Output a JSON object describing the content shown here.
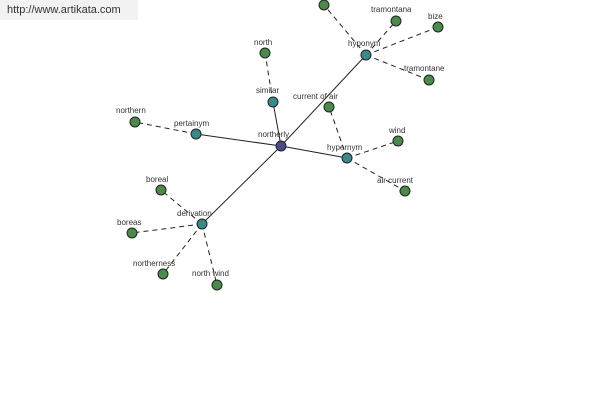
{
  "watermark": "http://www.artikata.com",
  "colors": {
    "center": "#4a4a8a",
    "relation": "#3a8a8a",
    "leaf": "#4a8a4a",
    "edge": "#222222"
  },
  "nodes": [
    {
      "id": "northerly",
      "label": "northerly",
      "kind": "center"
    },
    {
      "id": "hyponym",
      "label": "hyponym",
      "kind": "relation"
    },
    {
      "id": "pertainym",
      "label": "pertainym",
      "kind": "relation"
    },
    {
      "id": "similar",
      "label": "similar",
      "kind": "relation"
    },
    {
      "id": "hypernym",
      "label": "hypernym",
      "kind": "relation"
    },
    {
      "id": "derivation",
      "label": "derivation",
      "kind": "relation"
    },
    {
      "id": "tramontana",
      "label": "tramontana",
      "kind": "leaf"
    },
    {
      "id": "bize",
      "label": "bize",
      "kind": "leaf"
    },
    {
      "id": "tramontane",
      "label": "tramontane",
      "kind": "leaf"
    },
    {
      "id": "hyponym_top",
      "label": "",
      "kind": "leaf"
    },
    {
      "id": "north",
      "label": "north",
      "kind": "leaf"
    },
    {
      "id": "northern",
      "label": "northern",
      "kind": "leaf"
    },
    {
      "id": "current_of_air",
      "label": "current of air",
      "kind": "leaf"
    },
    {
      "id": "wind",
      "label": "wind",
      "kind": "leaf"
    },
    {
      "id": "air_current",
      "label": "air current",
      "kind": "leaf"
    },
    {
      "id": "boreal",
      "label": "boreal",
      "kind": "leaf"
    },
    {
      "id": "boreas",
      "label": "boreas",
      "kind": "leaf"
    },
    {
      "id": "northerness",
      "label": "northerness",
      "kind": "leaf"
    },
    {
      "id": "north_wind",
      "label": "north wind",
      "kind": "leaf"
    }
  ],
  "edges": [
    {
      "from": "northerly",
      "to": "hyponym",
      "style": "solid"
    },
    {
      "from": "northerly",
      "to": "pertainym",
      "style": "solid"
    },
    {
      "from": "northerly",
      "to": "similar",
      "style": "solid"
    },
    {
      "from": "northerly",
      "to": "hypernym",
      "style": "solid"
    },
    {
      "from": "northerly",
      "to": "derivation",
      "style": "solid"
    },
    {
      "from": "hyponym",
      "to": "tramontana",
      "style": "dashed"
    },
    {
      "from": "hyponym",
      "to": "bize",
      "style": "dashed"
    },
    {
      "from": "hyponym",
      "to": "tramontane",
      "style": "dashed"
    },
    {
      "from": "hyponym",
      "to": "hyponym_top",
      "style": "dashed"
    },
    {
      "from": "similar",
      "to": "north",
      "style": "dashed"
    },
    {
      "from": "pertainym",
      "to": "northern",
      "style": "dashed"
    },
    {
      "from": "hypernym",
      "to": "current_of_air",
      "style": "dashed"
    },
    {
      "from": "hypernym",
      "to": "wind",
      "style": "dashed"
    },
    {
      "from": "hypernym",
      "to": "air_current",
      "style": "dashed"
    },
    {
      "from": "derivation",
      "to": "boreal",
      "style": "dashed"
    },
    {
      "from": "derivation",
      "to": "boreas",
      "style": "dashed"
    },
    {
      "from": "derivation",
      "to": "northerness",
      "style": "dashed"
    },
    {
      "from": "derivation",
      "to": "north_wind",
      "style": "dashed"
    }
  ]
}
